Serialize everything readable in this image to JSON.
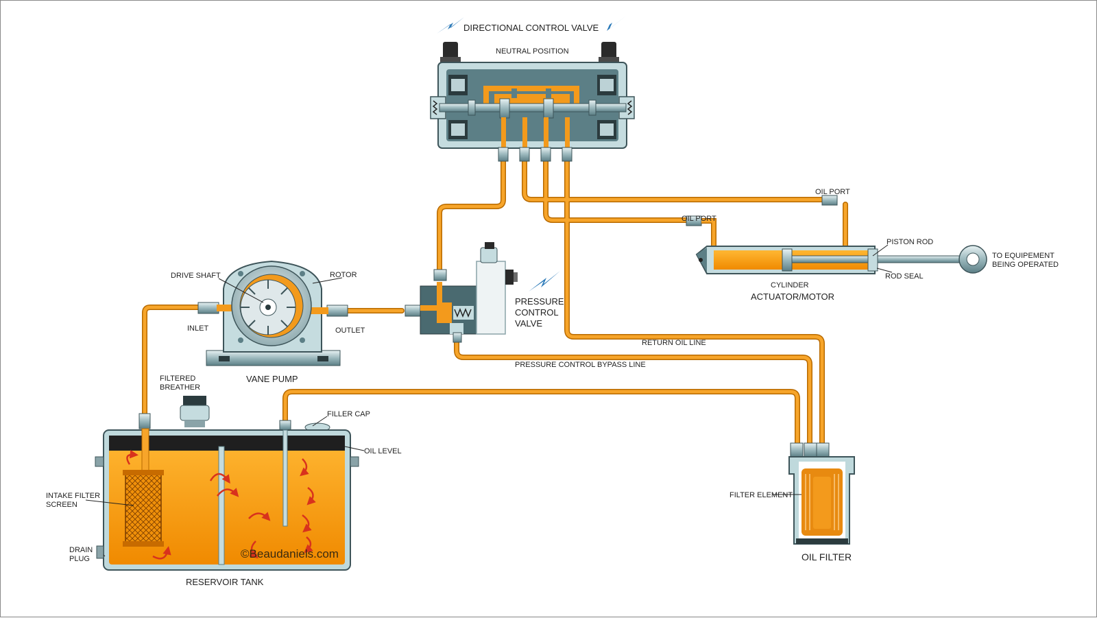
{
  "colors": {
    "oil": "#f5a623",
    "oil_dark": "#e07b00",
    "tank_fill": "#f9b233",
    "metal": "#5c7f86",
    "metal_dark": "#3d5459",
    "metal_light": "#c5dcdf",
    "arrow_red": "#d8321d",
    "spark_blue": "#2a79b8"
  },
  "labels": {
    "directional_control_valve": "DIRECTIONAL CONTROL VALVE",
    "neutral_position": "NEUTRAL POSITION",
    "oil_port_upper": "OIL PORT",
    "oil_port_lower": "OIL PORT",
    "piston_rod": "PISTON ROD",
    "to_equipment_1": "TO EQUIPEMENT",
    "to_equipment_2": "BEING OPERATED",
    "rod_seal": "ROD SEAL",
    "cylinder": "CYLINDER",
    "actuator_motor": "ACTUATOR/MOTOR",
    "drive_shaft": "DRIVE SHAFT",
    "rotor": "ROTOR",
    "inlet": "INLET",
    "outlet": "OUTLET",
    "vane_pump": "VANE PUMP",
    "pressure_control_1": "PRESSURE",
    "pressure_control_2": "CONTROL",
    "pressure_control_3": "VALVE",
    "return_oil_line": "RETURN OIL LINE",
    "pressure_bypass_line": "PRESSURE CONTROL BYPASS LINE",
    "filtered_breather_1": "FILTERED",
    "filtered_breather_2": "BREATHER",
    "filler_cap": "FILLER CAP",
    "oil_level": "OIL LEVEL",
    "intake_filter_1": "INTAKE FILTER",
    "intake_filter_2": "SCREEN",
    "drain_plug_1": "DRAIN",
    "drain_plug_2": "PLUG",
    "reservoir_tank": "RESERVOIR TANK",
    "filter_element": "FILTER ELEMENT",
    "oil_filter": "OIL FILTER",
    "watermark": "©Beaudaniels.com"
  },
  "icons": {
    "solenoid_spark_left": "lightning-bolt-icon",
    "solenoid_spark_right": "lightning-bolt-icon",
    "pressure_spark": "lightning-bolt-icon",
    "flow_arrows": "curved-arrow-icon"
  }
}
